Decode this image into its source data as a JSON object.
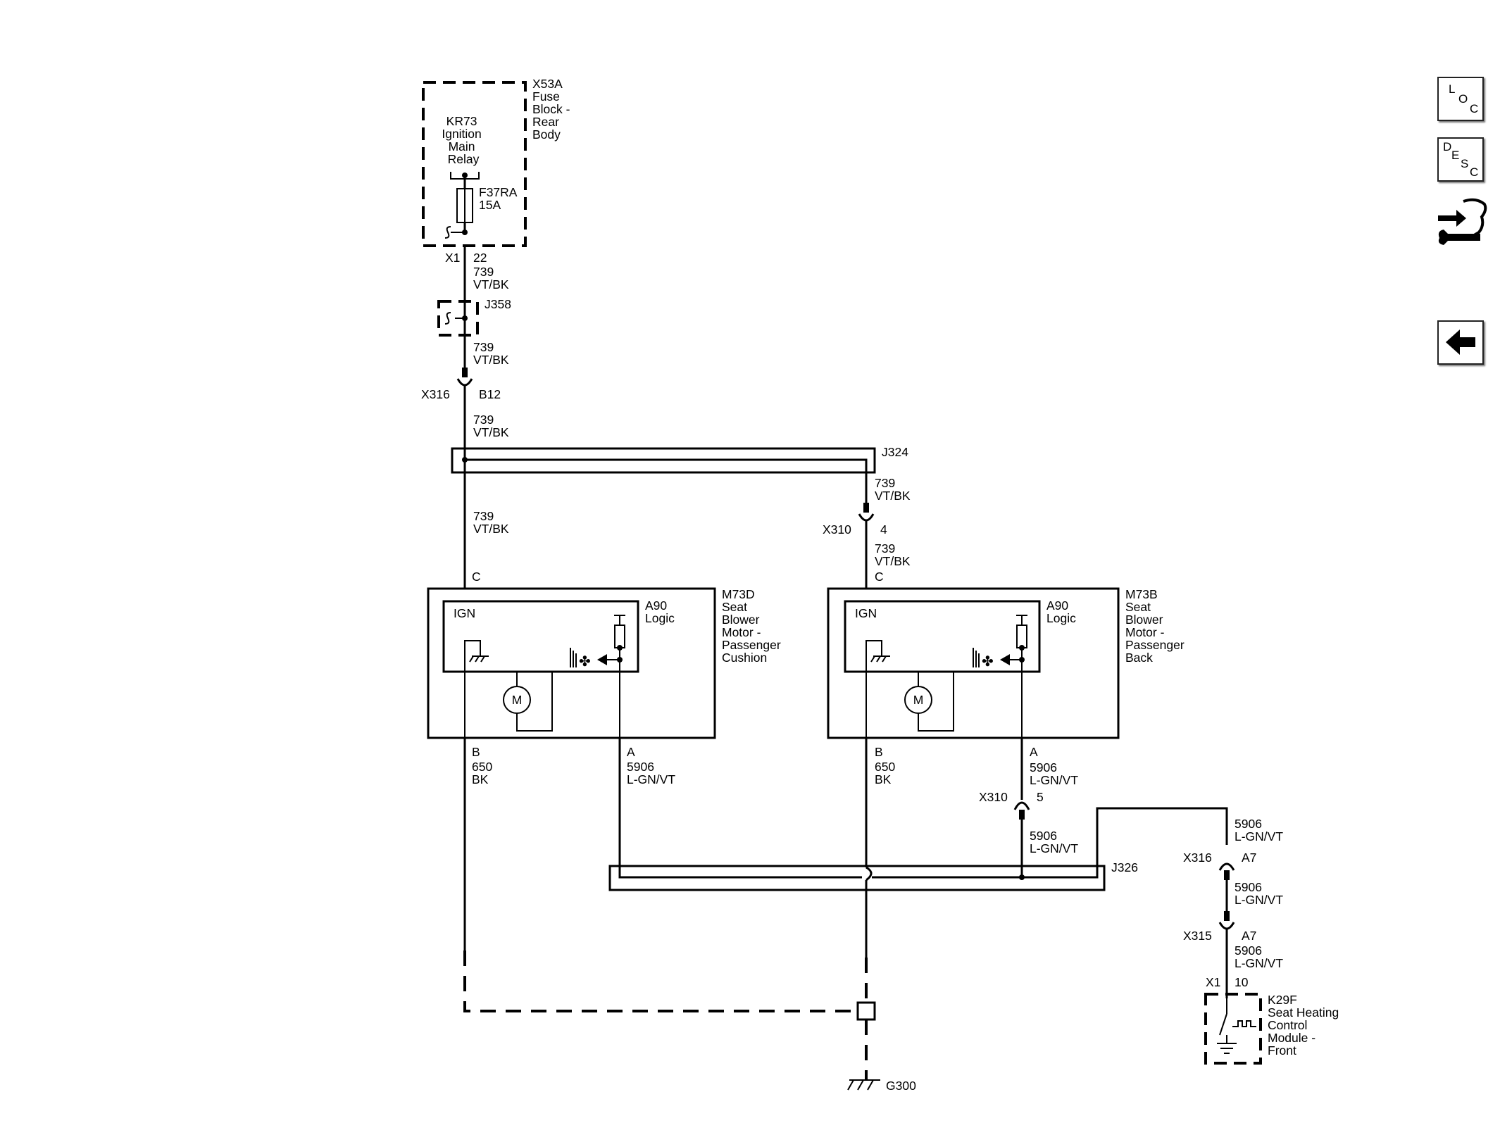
{
  "nav": {
    "loc": [
      "L",
      "O",
      "C"
    ],
    "desc": [
      "D",
      "E",
      "S",
      "C"
    ],
    "tool_icon": "troubleshoot-icon",
    "back_icon": "arrow-left-icon"
  },
  "fuse_block": {
    "id": "X53A",
    "name_lines": [
      "Fuse",
      "Block -",
      "Rear",
      "Body"
    ],
    "relay_lines": [
      "KR73",
      "Ignition",
      "Main",
      "Relay"
    ],
    "fuse_lines": [
      "F37RA",
      "15A"
    ],
    "connector": "X1",
    "pin": "22"
  },
  "splices": {
    "j358": "J358",
    "j324": "J324",
    "j326": "J326"
  },
  "wires": {
    "w739": [
      "739",
      "VT/BK"
    ],
    "w650": [
      "650",
      "BK"
    ],
    "w5906": [
      "5906",
      "L-GN/VT"
    ]
  },
  "connectors": {
    "x316": "X316",
    "x316_pin_b12": "B12",
    "x310": "X310",
    "x310_pin4": "4",
    "x310_pin5": "5",
    "x316_pin_a7": "A7",
    "x315": "X315",
    "x315_pin_a7": "A7",
    "x1": "X1",
    "x1_pin10": "10"
  },
  "motor_cushion": {
    "id": "M73D",
    "name_lines": [
      "Seat",
      "Blower",
      "Motor -",
      "Passenger",
      "Cushion"
    ],
    "pin_c": "C",
    "pin_b": "B",
    "pin_a": "A"
  },
  "motor_back": {
    "id": "M73B",
    "name_lines": [
      "Seat",
      "Blower",
      "Motor -",
      "Passenger",
      "Back"
    ],
    "pin_c": "C",
    "pin_b": "B",
    "pin_a": "A"
  },
  "logic": {
    "ign": "IGN",
    "lines": [
      "A90",
      "Logic"
    ],
    "motor": "M"
  },
  "control_module": {
    "id": "K29F",
    "name_lines": [
      "Seat Heating",
      "Control",
      "Module -",
      "Front"
    ]
  },
  "ground": "G300"
}
